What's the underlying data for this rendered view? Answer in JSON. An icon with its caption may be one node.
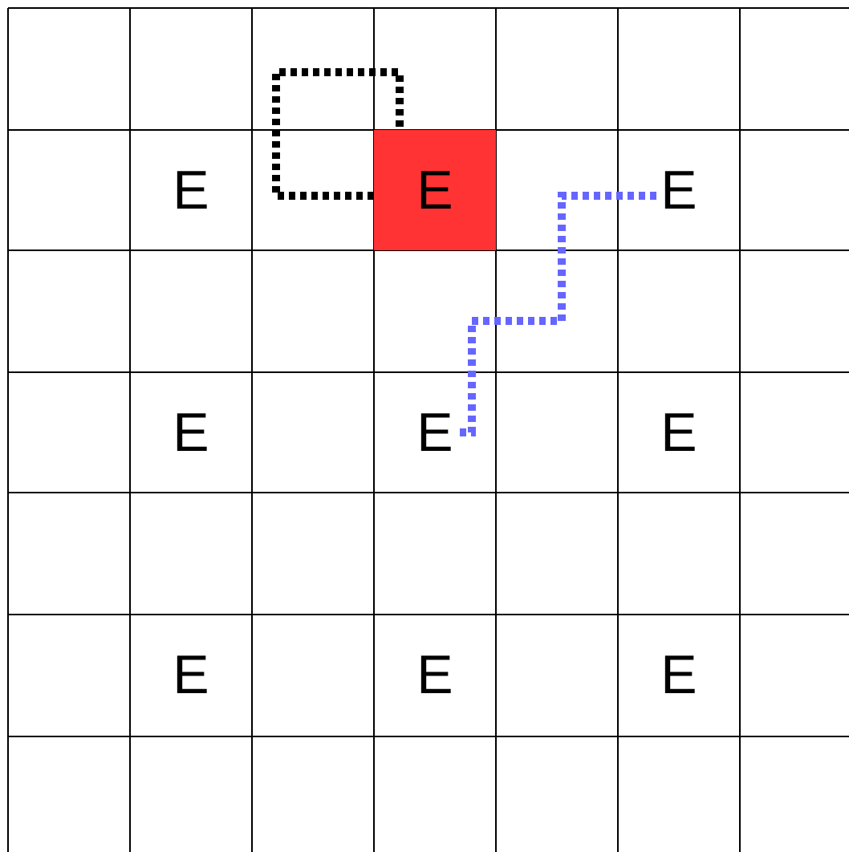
{
  "diagram": {
    "nodes": [
      {
        "text": [
          "E"
        ]
      },
      {
        "text": [
          "E"
        ]
      },
      {
        "text": [
          "E"
        ]
      },
      {
        "text": [
          "E"
        ]
      },
      {
        "text": [
          "E"
        ]
      },
      {
        "text": [
          "E"
        ]
      },
      {
        "text": [
          "E"
        ]
      },
      {
        "text": [
          "E"
        ]
      },
      {
        "text": [
          "E"
        ]
      }
    ],
    "edges": [
      {
        "from": 1,
        "to": 1,
        "arrow": "none",
        "style": "dashed"
      },
      {
        "from": 2,
        "to": 4,
        "arrow": "none",
        "style": "dashed",
        "color": "#6666ff"
      }
    ]
  }
}
